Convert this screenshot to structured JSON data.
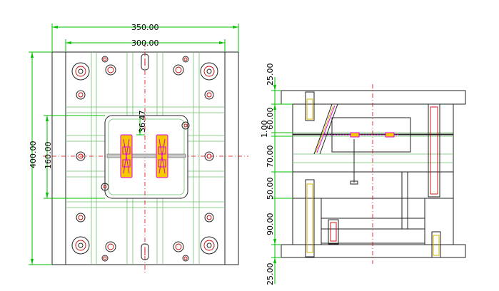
{
  "drawing": {
    "top_view": {
      "dims": {
        "width_outer": "350.00",
        "width_inner": "300.00",
        "height_outer": "400.00",
        "height_inner": "160.00",
        "offset": "36.47"
      }
    },
    "side_view": {
      "dims": {
        "top": "25.00",
        "d1": "60.00",
        "parting": "1.00",
        "d2": "70.00",
        "d3": "50.00",
        "d4": "90.00",
        "bottom": "25.00"
      }
    },
    "colors": {
      "dimension": "#00c000",
      "centerline": "#e00000",
      "part_fill": "#f5c800",
      "part_outline": "#e000e0",
      "plate_outline": "#222222"
    }
  }
}
